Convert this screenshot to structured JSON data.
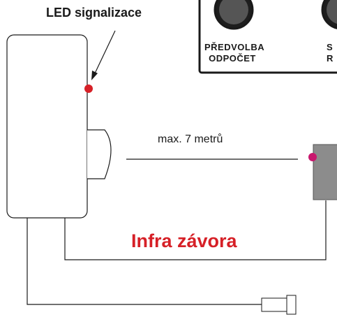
{
  "labels": {
    "led": "LED signalizace",
    "distance": "max. 7 metrů",
    "title": "Infra závora",
    "button1_line1": "PŘEDVOLBA",
    "button1_line2": "ODPOČET",
    "button2_line1": "S",
    "button2_line2": "R"
  },
  "colors": {
    "title": "#d62027",
    "led": "#d62027",
    "receiver_led": "#c8186e",
    "sensor_box": "#8c8c8c",
    "stroke": "#1a1a1a"
  }
}
